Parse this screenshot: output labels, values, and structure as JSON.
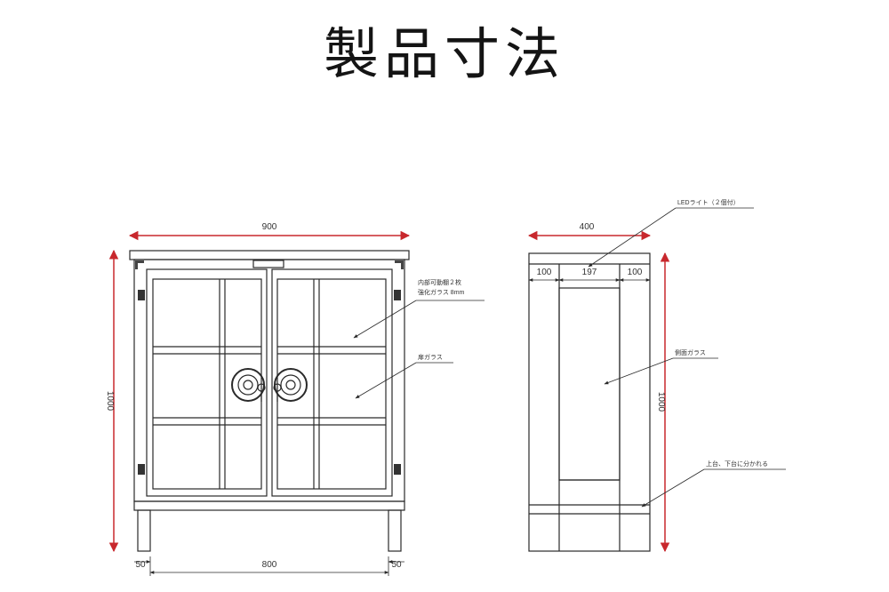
{
  "title": "製品寸法",
  "front_view": {
    "width_label": "900",
    "height_label": "1000",
    "leg_left_label": "50",
    "inner_width_label": "800",
    "leg_right_label": "50",
    "note_shelf_line1": "内部可動棚２枚",
    "note_shelf_line2": "強化ガラス 8mm",
    "note_door_glass": "扉ガラス"
  },
  "side_view": {
    "depth_label": "400",
    "seg_left_label": "100",
    "seg_mid_label": "197",
    "seg_right_label": "100",
    "height_label": "1000",
    "note_led": "LEDライト（２個付）",
    "note_side_glass": "側面ガラス",
    "note_split": "上台、下台に分かれる"
  },
  "colors": {
    "dimension_arrow": "#c8282d",
    "line": "#2a2a2a"
  }
}
